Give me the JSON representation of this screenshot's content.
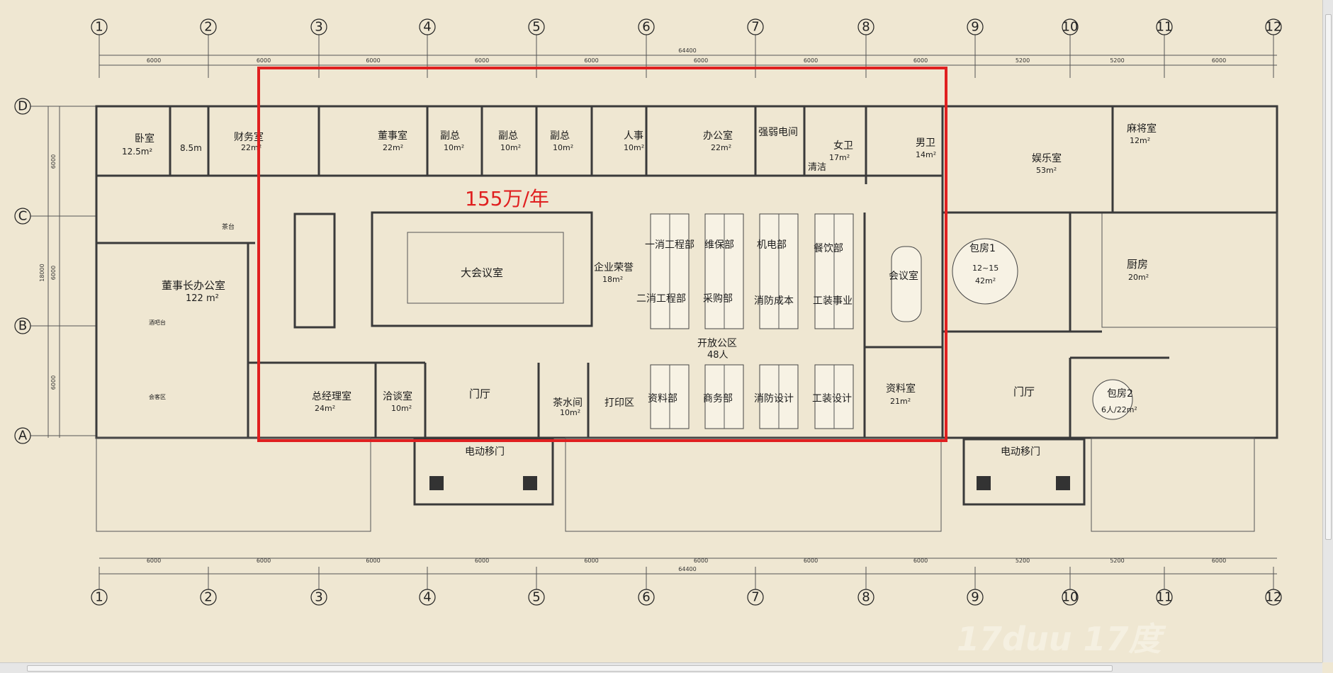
{
  "rent_note": "155万/年",
  "watermark": "17duu 17度",
  "axes": {
    "columns": [
      "1",
      "2",
      "3",
      "4",
      "5",
      "6",
      "7",
      "8",
      "9",
      "10",
      "11",
      "12"
    ],
    "rows": [
      "D",
      "C",
      "B",
      "A"
    ],
    "total_dim": "64400",
    "top_dims": [
      "6000",
      "6000",
      "6000",
      "6000",
      "6000",
      "6000",
      "6000",
      "6000",
      "5200",
      "5200",
      "6000"
    ],
    "bottom_dims": [
      "6000",
      "6000",
      "6000",
      "6000",
      "6000",
      "6000",
      "6000",
      "6000",
      "5200",
      "5200",
      "6000"
    ],
    "left_dims": [
      "6000",
      "6000",
      "6000"
    ],
    "left_total": "18000"
  },
  "rooms": {
    "bedroom": {
      "name": "卧室",
      "area": "12.5m²"
    },
    "bath": {
      "area": "8.5m"
    },
    "finance": {
      "name": "财务室",
      "area": "22m²"
    },
    "board": {
      "name": "董事室",
      "area": "22m²"
    },
    "vp1": {
      "name": "副总",
      "area": "10m²"
    },
    "vp2": {
      "name": "副总",
      "area": "10m²"
    },
    "vp3": {
      "name": "副总",
      "area": "10m²"
    },
    "hr": {
      "name": "人事",
      "area": "10m²"
    },
    "office": {
      "name": "办公室",
      "area": "22m²"
    },
    "elec": {
      "name": "强弱电间"
    },
    "women": {
      "name": "女卫",
      "area": "17m²"
    },
    "cleaning": {
      "name": "清洁"
    },
    "men": {
      "name": "男卫",
      "area": "14m²"
    },
    "chairman": {
      "name": "董事长办公室",
      "area": "122 m²"
    },
    "tea_desk": {
      "name": "茶台"
    },
    "bar": {
      "name": "酒吧台"
    },
    "reception_area": {
      "name": "会客区"
    },
    "big_meeting": {
      "name": "大会议室"
    },
    "honor": {
      "name": "企业荣誉",
      "area": "18m²"
    },
    "meeting": {
      "name": "会议室"
    },
    "open_office": {
      "name": "开放公区",
      "count": "48人"
    },
    "depts_top": [
      "一消工程部",
      "维保部",
      "机电部",
      "餐饮部"
    ],
    "depts_mid": [
      "二消工程部",
      "采购部",
      "消防成本",
      "工装事业"
    ],
    "depts_bottom": [
      "资料部",
      "商务部",
      "消防设计",
      "工装设计"
    ],
    "gm": {
      "name": "总经理室",
      "area": "24m²"
    },
    "talk": {
      "name": "洽谈室",
      "area": "10m²"
    },
    "lobby": {
      "name": "门厅"
    },
    "tea": {
      "name": "茶水间",
      "area": "10m²"
    },
    "print": {
      "name": "打印区"
    },
    "archive": {
      "name": "资料室",
      "area": "21m²"
    },
    "entertain": {
      "name": "娱乐室",
      "area": "53m²"
    },
    "mahjong": {
      "name": "麻将室",
      "area": "12m²"
    },
    "private1": {
      "name": "包房1",
      "area": "12~15",
      "area2": "42m²"
    },
    "kitchen": {
      "name": "厨房",
      "area": "20m²"
    },
    "lobby2": {
      "name": "门厅"
    },
    "private2": {
      "name": "包房2",
      "area": "6人/22m²"
    },
    "door1": {
      "name": "电动移门"
    },
    "door2": {
      "name": "电动移门"
    }
  },
  "colors": {
    "highlight": "#e02020",
    "background": "#efe7d2",
    "line": "#333333"
  }
}
